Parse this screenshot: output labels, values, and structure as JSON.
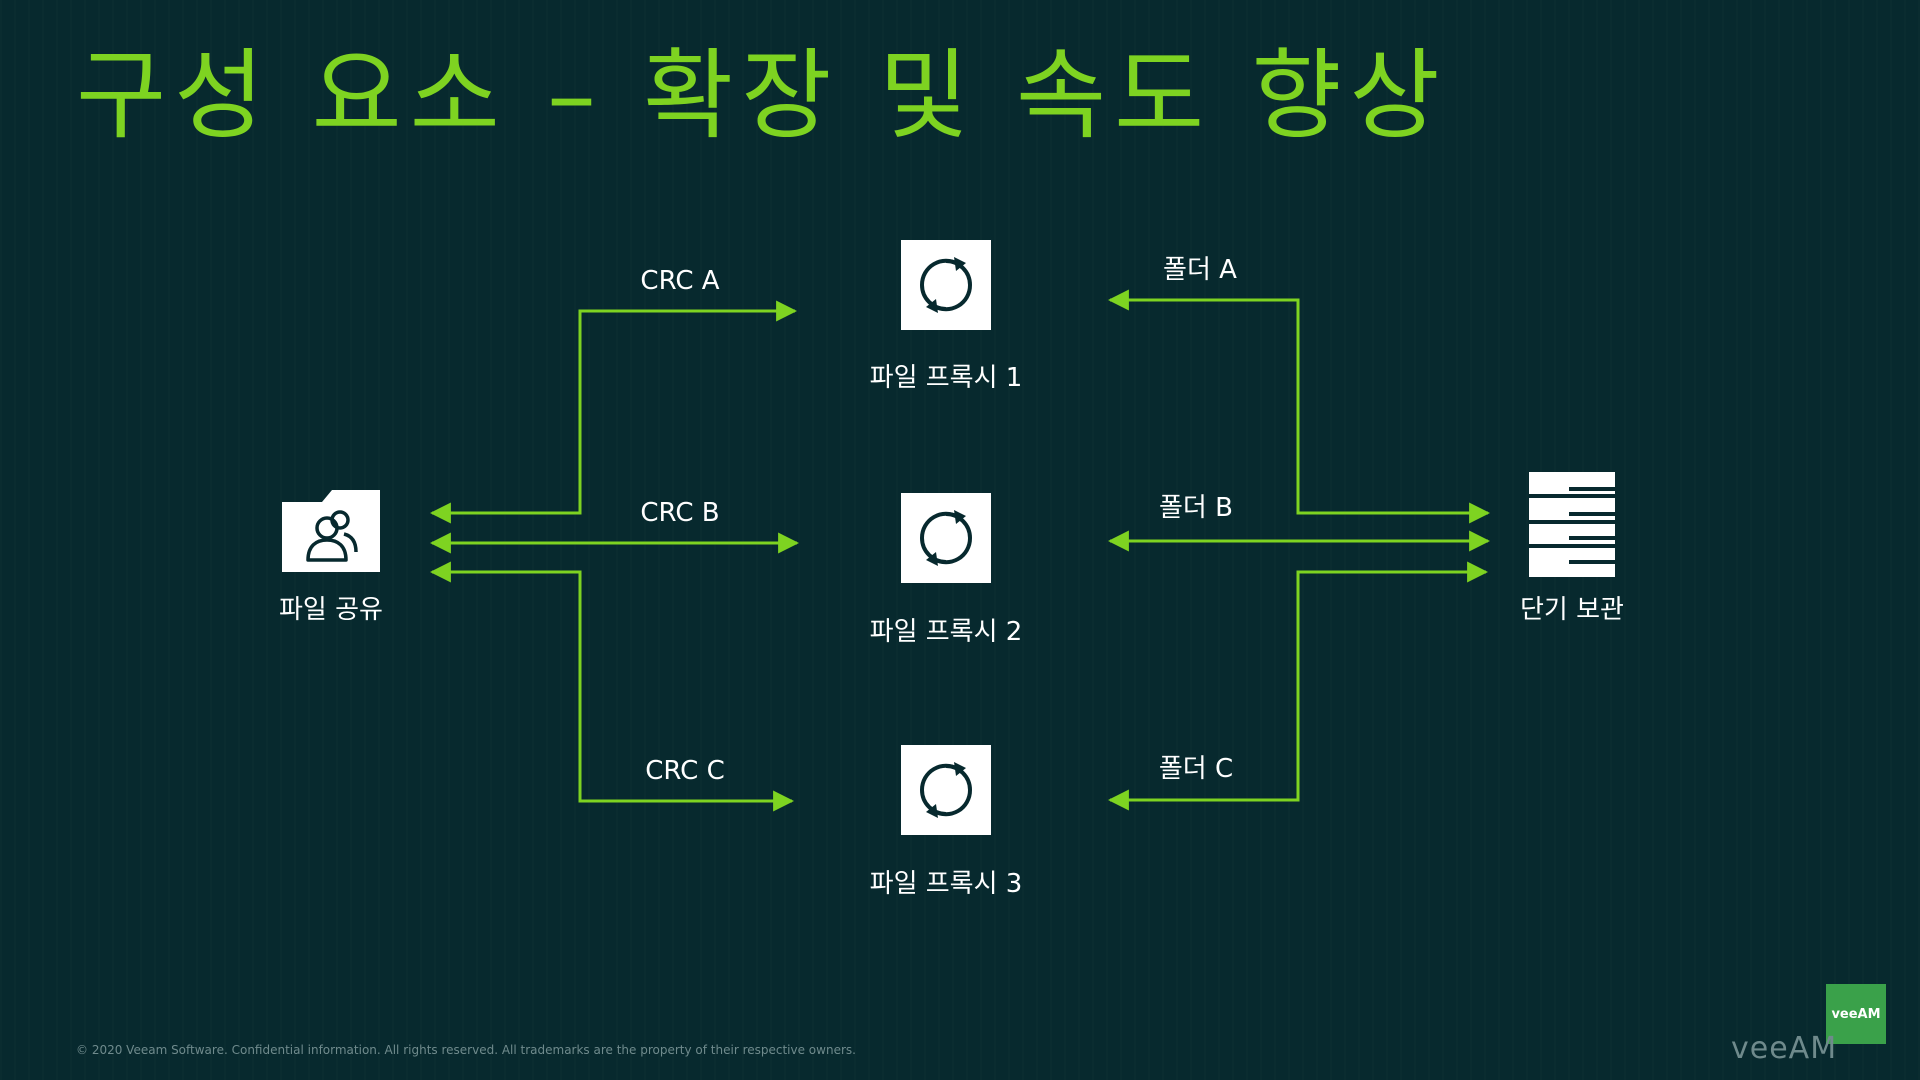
{
  "title": "구성 요소 – 확장 및 속도 향상",
  "nodes": {
    "file_share": {
      "label": "파일 공유",
      "icon": "users-folder-icon"
    },
    "proxy1": {
      "label": "파일 프록시 1",
      "icon": "sync-icon"
    },
    "proxy2": {
      "label": "파일 프록시 2",
      "icon": "sync-icon"
    },
    "proxy3": {
      "label": "파일 프록시 3",
      "icon": "sync-icon"
    },
    "short_term": {
      "label": "단기 보관",
      "icon": "storage-icon"
    }
  },
  "edges": {
    "crc_a": "CRC A",
    "crc_b": "CRC B",
    "crc_c": "CRC C",
    "folder_a": "폴더 A",
    "folder_b": "폴더 B",
    "folder_c": "폴더 C"
  },
  "footer": "© 2020 Veeam Software. Confidential information. All rights reserved. All trademarks are the property of their respective owners.",
  "logo": {
    "badge": "veeAM",
    "word": "veeAM"
  },
  "colors": {
    "background": "#07292e",
    "accent": "#7ed321",
    "line": "#7ed321",
    "text": "#ffffff"
  }
}
